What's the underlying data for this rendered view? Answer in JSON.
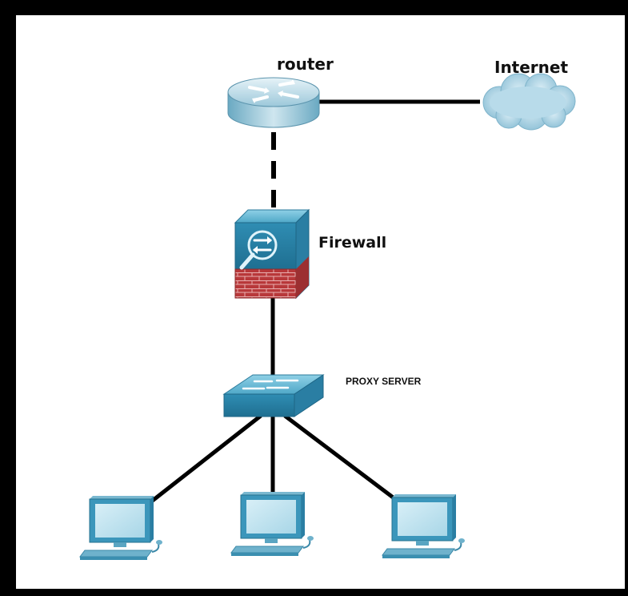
{
  "diagram": {
    "nodes": {
      "router": {
        "label": "router",
        "icon": "router-icon"
      },
      "internet": {
        "label": "Internet",
        "icon": "cloud-icon"
      },
      "firewall": {
        "label": "Firewall",
        "icon": "firewall-icon"
      },
      "proxy": {
        "label": "PROXY SERVER",
        "icon": "switch-icon"
      },
      "pcs": [
        {
          "icon": "pc-icon"
        },
        {
          "icon": "pc-icon"
        },
        {
          "icon": "pc-icon"
        }
      ]
    },
    "links": [
      {
        "from": "router",
        "to": "internet",
        "style": "solid"
      },
      {
        "from": "router",
        "to": "firewall",
        "style": "dashed"
      },
      {
        "from": "firewall",
        "to": "proxy",
        "style": "solid"
      },
      {
        "from": "proxy",
        "to": "pc-1",
        "style": "solid"
      },
      {
        "from": "proxy",
        "to": "pc-2",
        "style": "solid"
      },
      {
        "from": "proxy",
        "to": "pc-3",
        "style": "solid"
      }
    ]
  },
  "colors": {
    "frame": "#000000",
    "background": "#ffffff",
    "device_blue": "#5fa7bf",
    "firewall_brick": "#b83a3a",
    "cloud": "#a9cfe0",
    "link": "#000000"
  }
}
